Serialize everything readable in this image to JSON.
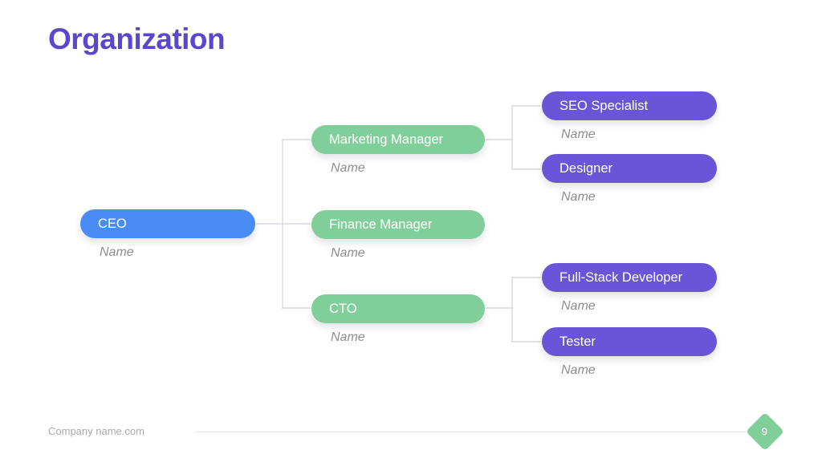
{
  "slide": {
    "title": "Organization",
    "title_color": "#5B46CE",
    "background": "#FFFFFF"
  },
  "palette": {
    "ceo_blue": "#4A8CF5",
    "manager_green": "#80CE99",
    "report_purple": "#6A55D8",
    "name_gray": "#8D8D93",
    "connector_gray": "#D8D8DE",
    "footer_gray": "#A9A9B0"
  },
  "chart": {
    "type": "org-chart",
    "orientation": "left-to-right",
    "levels": [
      {
        "level": 1,
        "color": "#4A8CF5",
        "nodes": [
          {
            "id": "ceo",
            "title": "CEO",
            "name": "Name"
          }
        ]
      },
      {
        "level": 2,
        "color": "#80CE99",
        "nodes": [
          {
            "id": "marketing-manager",
            "title": "Marketing Manager",
            "name": "Name"
          },
          {
            "id": "finance-manager",
            "title": "Finance Manager",
            "name": "Name"
          },
          {
            "id": "cto",
            "title": "CTO",
            "name": "Name"
          }
        ]
      },
      {
        "level": 3,
        "color": "#6A55D8",
        "nodes": [
          {
            "id": "seo-specialist",
            "title": "SEO Specialist",
            "name": "Name"
          },
          {
            "id": "designer",
            "title": "Designer",
            "name": "Name"
          },
          {
            "id": "full-stack-developer",
            "title": "Full-Stack  Developer",
            "name": "Name"
          },
          {
            "id": "tester",
            "title": "Tester",
            "name": "Name"
          }
        ]
      }
    ]
  },
  "footer": {
    "company": "Company name.com",
    "page_number": "9"
  }
}
